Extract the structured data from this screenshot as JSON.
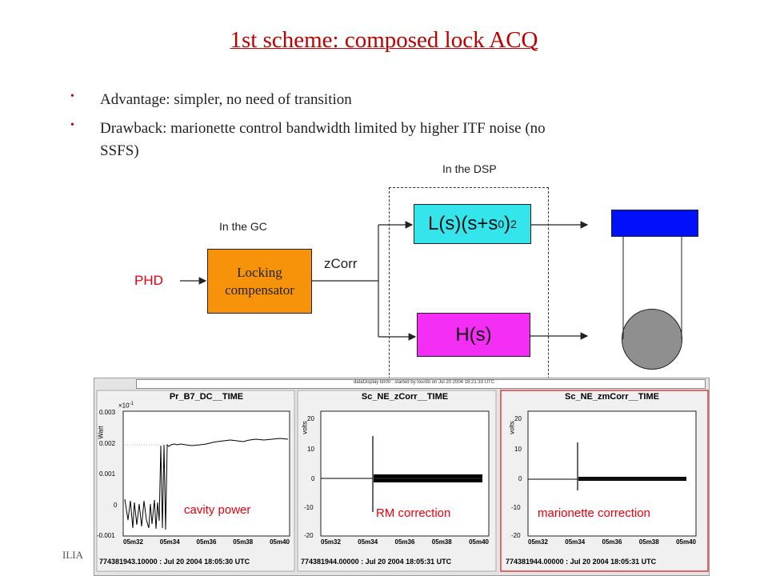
{
  "slide": {
    "title": "1st scheme: composed lock ACQ",
    "bullets": [
      "Advantage: simpler, no need of transition",
      "Drawback: marionette control bandwidth limited by higher ITF noise (no",
      "SSFS)"
    ],
    "footer": "ILIA"
  },
  "diagram": {
    "in_dsp": "In the DSP",
    "in_gc": "In the GC",
    "phd": "PHD",
    "locking_line1": "Locking",
    "locking_line2": "compensator",
    "zcorr": "zCorr",
    "l_block_main": "L(s)(s+s",
    "l_block_sub": "0",
    "l_block_close": ")",
    "l_block_sup": "2",
    "h_block": "H(s)"
  },
  "screenshot": {
    "header": "dataDisplay ldr00 : started by lourdo on Jul 20 2004 18:21:33 UTC",
    "plots": [
      {
        "title": "Pr_B7_DC__TIME",
        "yaxis_unit": "Watt",
        "multiplier": "×10",
        "multiplier_exp": "-1",
        "yticks": [
          "0.003",
          "0.002",
          "0.001",
          "0",
          "-0.001"
        ],
        "xticks": [
          "05m32",
          "05m34",
          "05m36",
          "05m38",
          "05m40"
        ],
        "timestamp": "774381943.10000 : Jul 20 2004 18:05:30 UTC",
        "annotation": "cavity power",
        "annotation_color": "#e8000e"
      },
      {
        "title": "Sc_NE_zCorr__TIME",
        "yaxis_unit": "volts",
        "yticks": [
          "20",
          "10",
          "0",
          "-10",
          "-20"
        ],
        "xticks": [
          "05m32",
          "05m34",
          "05m36",
          "05m38",
          "05m40"
        ],
        "timestamp": "774381944.00000 : Jul 20 2004 18:05:31 UTC",
        "annotation": "RM correction",
        "annotation_color": "#e8000e"
      },
      {
        "title": "Sc_NE_zmCorr__TIME",
        "yaxis_unit": "volts",
        "yticks": [
          "20",
          "10",
          "0",
          "-10",
          "-20"
        ],
        "xticks": [
          "05m32",
          "05m34",
          "05m36",
          "05m38",
          "05m40"
        ],
        "timestamp": "774381944.00000 : Jul 20 2004 18:05:31 UTC",
        "annotation": "marionette correction",
        "annotation_color": "#e8000e"
      }
    ]
  },
  "colors": {
    "title": "#c00000",
    "locking_box": "#f7920b",
    "l_block": "#35e5ec",
    "h_block": "#f52ef5",
    "mirror_top": "#0010f8",
    "mirror_ball": "#8f8f8f"
  }
}
